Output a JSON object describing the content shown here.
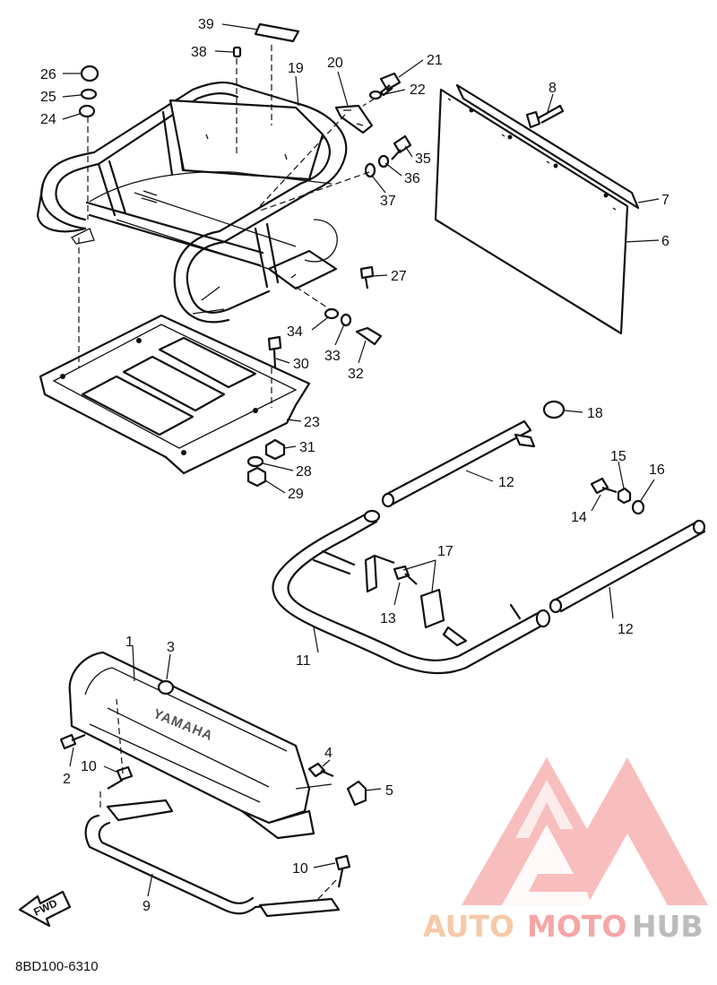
{
  "callouts": [
    {
      "id": "39",
      "label": "39"
    },
    {
      "id": "38",
      "label": "38"
    },
    {
      "id": "19",
      "label": "19"
    },
    {
      "id": "20",
      "label": "20"
    },
    {
      "id": "21",
      "label": "21"
    },
    {
      "id": "22",
      "label": "22"
    },
    {
      "id": "8",
      "label": "8"
    },
    {
      "id": "26",
      "label": "26"
    },
    {
      "id": "25",
      "label": "25"
    },
    {
      "id": "24",
      "label": "24"
    },
    {
      "id": "35",
      "label": "35"
    },
    {
      "id": "36",
      "label": "36"
    },
    {
      "id": "37",
      "label": "37"
    },
    {
      "id": "7",
      "label": "7"
    },
    {
      "id": "6",
      "label": "6"
    },
    {
      "id": "27",
      "label": "27"
    },
    {
      "id": "34",
      "label": "34"
    },
    {
      "id": "33",
      "label": "33"
    },
    {
      "id": "32",
      "label": "32"
    },
    {
      "id": "30",
      "label": "30"
    },
    {
      "id": "23",
      "label": "23"
    },
    {
      "id": "31",
      "label": "31"
    },
    {
      "id": "28",
      "label": "28"
    },
    {
      "id": "29",
      "label": "29"
    },
    {
      "id": "18",
      "label": "18"
    },
    {
      "id": "12a",
      "label": "12"
    },
    {
      "id": "15",
      "label": "15"
    },
    {
      "id": "16",
      "label": "16"
    },
    {
      "id": "14",
      "label": "14"
    },
    {
      "id": "17",
      "label": "17"
    },
    {
      "id": "13",
      "label": "13"
    },
    {
      "id": "12b",
      "label": "12"
    },
    {
      "id": "11",
      "label": "11"
    },
    {
      "id": "1",
      "label": "1"
    },
    {
      "id": "3",
      "label": "3"
    },
    {
      "id": "2",
      "label": "2"
    },
    {
      "id": "10a",
      "label": "10"
    },
    {
      "id": "4",
      "label": "4"
    },
    {
      "id": "5",
      "label": "5"
    },
    {
      "id": "10b",
      "label": "10"
    },
    {
      "id": "9",
      "label": "9"
    }
  ],
  "bumper_emboss": "YAMAHA",
  "fwd_arrow": "FWD",
  "drawing_number": "8BD100-6310",
  "watermark": {
    "part1": "AUTO",
    "part2": "MOTO",
    "part3": "HUB"
  },
  "colors": {
    "line": "#111111",
    "watermark_orange": "#f6c9a8",
    "watermark_red": "#f5a6a6",
    "watermark_gray": "#bcbcbc"
  }
}
